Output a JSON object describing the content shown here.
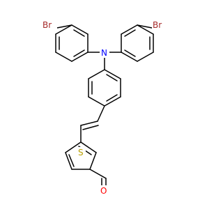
{
  "molecule": {
    "atoms": {
      "br_left": "Br",
      "br_right": "Br",
      "n": "N",
      "s": "S",
      "o": "O"
    }
  },
  "colors": {
    "background": "#ffffff",
    "bond": "#000000",
    "br": "#a52a2a",
    "n": "#0000ff",
    "s": "#b8a000",
    "o": "#ff0000"
  }
}
